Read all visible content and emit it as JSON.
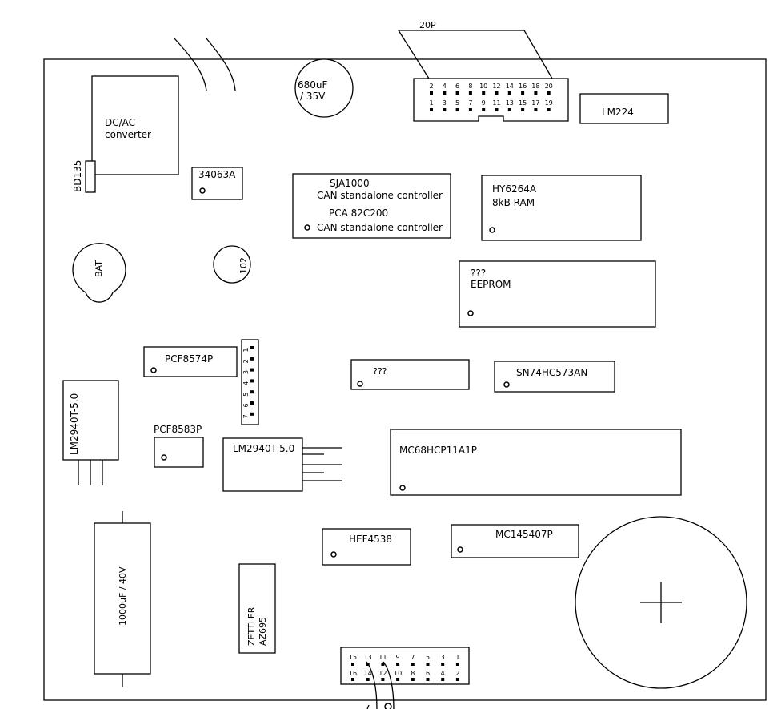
{
  "diagram": {
    "connector_top": {
      "label": "20P",
      "pins_top": [
        "2",
        "4",
        "6",
        "8",
        "10",
        "12",
        "14",
        "16",
        "18",
        "20"
      ],
      "pins_bottom": [
        "1",
        "3",
        "5",
        "7",
        "9",
        "11",
        "13",
        "15",
        "17",
        "19"
      ]
    },
    "connector_bottom": {
      "pins_top": [
        "15",
        "13",
        "11",
        "9",
        "7",
        "5",
        "3",
        "1"
      ],
      "pins_bottom": [
        "16",
        "14",
        "12",
        "10",
        "8",
        "6",
        "4",
        "2"
      ]
    },
    "header7": {
      "pins": [
        "1",
        "2",
        "3",
        "4",
        "5",
        "6",
        "7"
      ]
    },
    "capacitor_small": {
      "line1": "680uF",
      "line2": "/ 35V"
    },
    "capacitor_large": {
      "label": "1000uF / 40V"
    },
    "dcac": {
      "line1": "DC/AC",
      "line2": "converter"
    },
    "bd135": "BD135",
    "ic_34063a": "34063A",
    "sja1000": {
      "line1": "SJA1000",
      "line2": "CAN standalone controller",
      "line3": "PCA 82C200",
      "line4": "CAN standalone controller"
    },
    "hy6264a": {
      "line1": "HY6264A",
      "line2": "8kB RAM"
    },
    "lm224": "LM224",
    "bat": "BAT",
    "cap_102": "102",
    "eeprom": {
      "line1": "???",
      "line2": "EEPROM"
    },
    "pcf8574p": "PCF8574P",
    "unknown_ic": "???",
    "sn74hc573an": "SN74HC573AN",
    "lm2940_vertical": "LM2940T-5.0",
    "pcf8583p": "PCF8583P",
    "lm2940_horizontal": "LM2940T-5.0",
    "mc68hcp11a1p": "MC68HCP11A1P",
    "hef4538": "HEF4538",
    "mc145407p": "MC145407P",
    "relay": {
      "line1": "ZETTLER",
      "line2": "AZ695"
    }
  }
}
